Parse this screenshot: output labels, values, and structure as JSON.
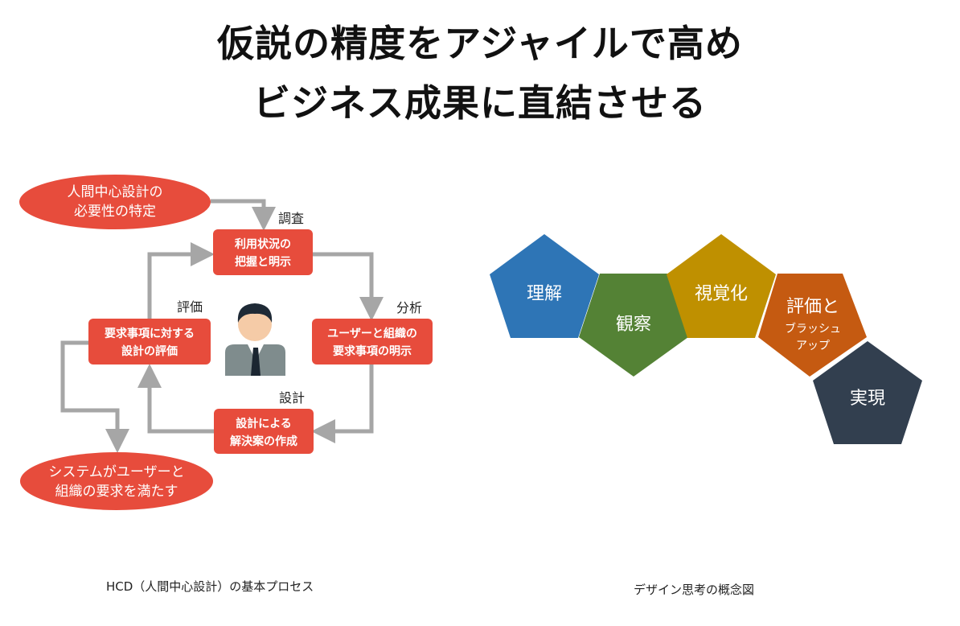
{
  "title": {
    "line1": "仮説の精度をアジャイルで高め",
    "line2": "ビジネス成果に直結させる"
  },
  "hcd": {
    "start": [
      "人間中心設計の",
      "必要性の特定"
    ],
    "end": [
      "システムがユーザーと",
      "組織の要求を満たす"
    ],
    "steps": [
      {
        "label": "調査",
        "box": [
          "利用状況の",
          "把握と明示"
        ]
      },
      {
        "label": "分析",
        "box": [
          "ユーザーと組織の",
          "要求事項の明示"
        ]
      },
      {
        "label": "設計",
        "box": [
          "設計による",
          "解決案の作成"
        ]
      },
      {
        "label": "評価",
        "box": [
          "要求事項に対する",
          "設計の評価"
        ]
      }
    ],
    "caption": "HCD（人間中心設計）の基本プロセス"
  },
  "design_thinking": {
    "stages": [
      {
        "label": "理解",
        "color": "#2E75B6"
      },
      {
        "label": "観察",
        "color": "#548235"
      },
      {
        "label": "視覚化",
        "color": "#BF9000"
      },
      {
        "label": "評価と",
        "sub": [
          "ブラッシュ",
          "アップ"
        ],
        "color": "#C55A11"
      },
      {
        "label": "実現",
        "color": "#323F4F"
      }
    ],
    "caption": "デザイン思考の概念図"
  },
  "colors": {
    "red": "#E74C3C",
    "arrow": "#A6A6A6"
  }
}
